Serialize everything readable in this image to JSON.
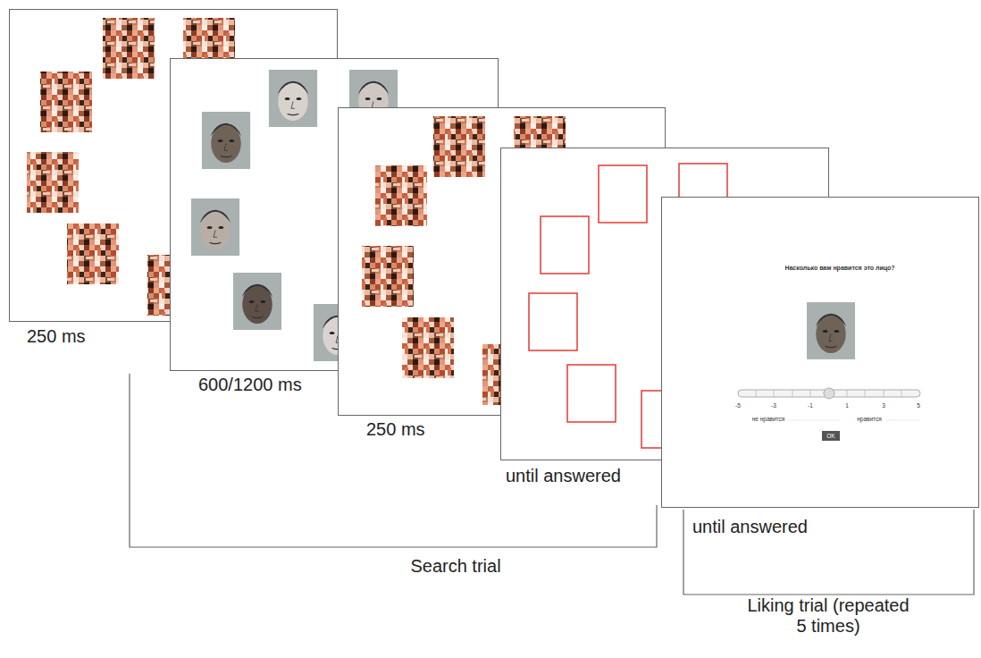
{
  "diagram": {
    "nodes": [
      {
        "text": [
          "250 ms"
        ]
      },
      {
        "text": [
          "600/1200 ms"
        ]
      },
      {
        "text": [
          "250 ms"
        ]
      },
      {
        "text": [
          "until answered"
        ]
      },
      {
        "text": [
          "Насколько вам нравится это лицо?",
          "-5",
          "-3",
          "-1",
          "1",
          "3",
          "5",
          "не нравится",
          "нравится",
          "until answered"
        ]
      },
      {
        "text": [
          "OK"
        ],
        "in": 4
      }
    ],
    "labels": [
      "Search trial",
      "Liking trial (repeated 5 times)"
    ]
  }
}
